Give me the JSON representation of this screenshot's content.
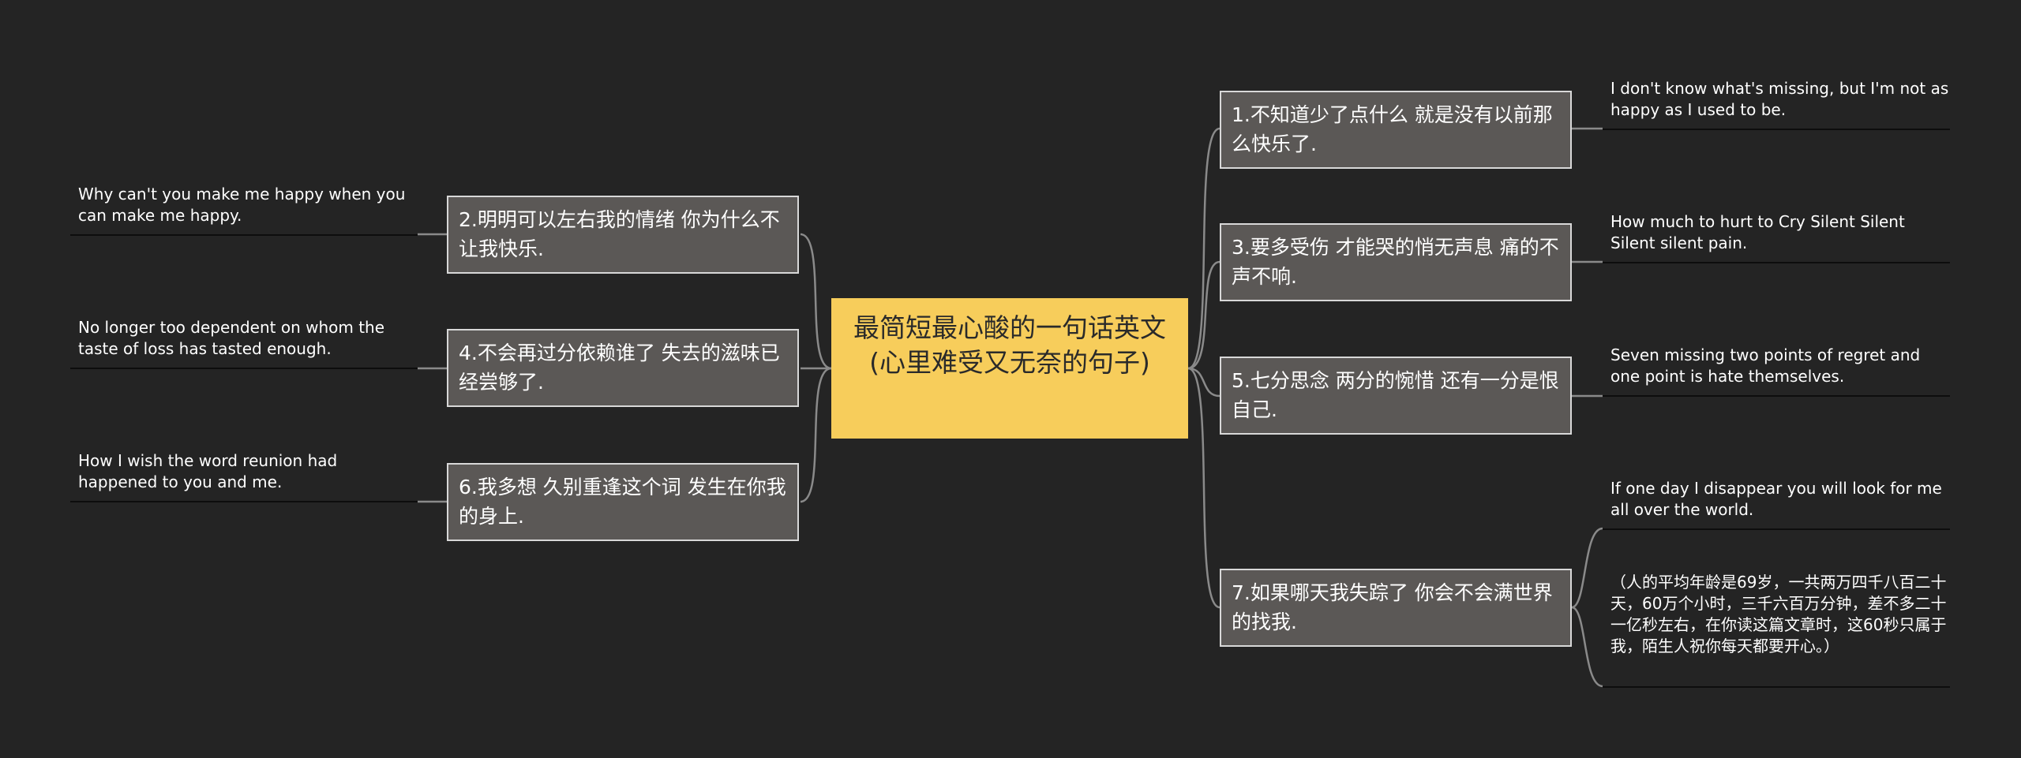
{
  "center": "最简短最心酸的一句话英文(心里难受又无奈的句子)",
  "branches": [
    {
      "label": "1.不知道少了点什么 就是没有以前那么快乐了.",
      "leaves": [
        "I don't know what's missing, but I'm not as happy as I used to be."
      ]
    },
    {
      "label": "2.明明可以左右我的情绪 你为什么不让我快乐.",
      "leaves": [
        "Why can't you make me happy when you  can make me happy."
      ]
    },
    {
      "label": "3.要多受伤 才能哭的悄无声息 痛的不声不响.",
      "leaves": [
        "How much to hurt to Cry Silent Silent Silent silent pain."
      ]
    },
    {
      "label": "4.不会再过分依赖谁了 失去的滋味已经尝够了.",
      "leaves": [
        "No longer too dependent on whom the taste of loss has tasted enough."
      ]
    },
    {
      "label": "5.七分思念 两分的惋惜 还有一分是恨自己.",
      "leaves": [
        "Seven missing two points of regret and one point is hate themselves."
      ]
    },
    {
      "label": "6.我多想 久别重逢这个词 发生在你我的身上.",
      "leaves": [
        "How I wish the word reunion had happened to you and me."
      ]
    },
    {
      "label": "7.如果哪天我失踪了 你会不会满世界的找我.",
      "leaves": [
        "If one day I disappear you will look for me all over the world.",
        "（人的平均年龄是69岁，一共两万四千八百二十天，60万个小时，三千六百万分钟，差不多二十一亿秒左右，在你读这篇文章时，这60秒只属于我，陌生人祝你每天都要开心。）"
      ]
    }
  ]
}
